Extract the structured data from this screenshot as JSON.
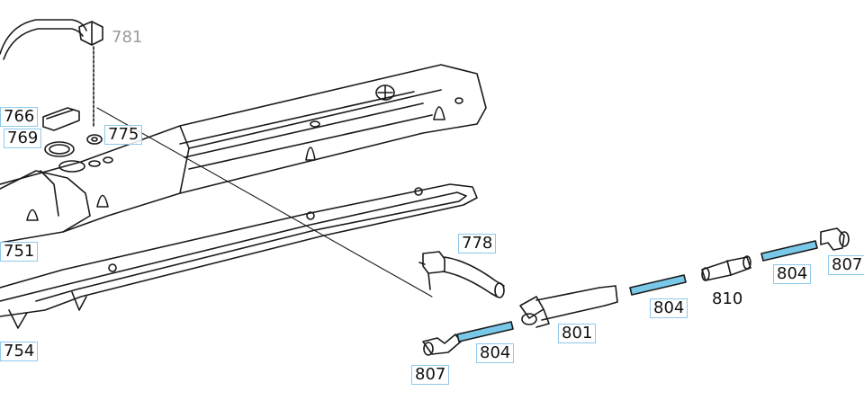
{
  "colors": {
    "line": "#1a1a1a",
    "highlight_fill": "#79c8e8",
    "label_border": "#8ec8ea",
    "muted_label": "#9a9a9a"
  },
  "callouts": {
    "p781": "781",
    "p766": "766",
    "p769": "769",
    "p775": "775",
    "p751": "751",
    "p754": "754",
    "p778": "778",
    "p801": "801",
    "p804_a": "804",
    "p804_b": "804",
    "p804_c": "804",
    "p807_a": "807",
    "p807_b": "807",
    "p810": "810"
  }
}
